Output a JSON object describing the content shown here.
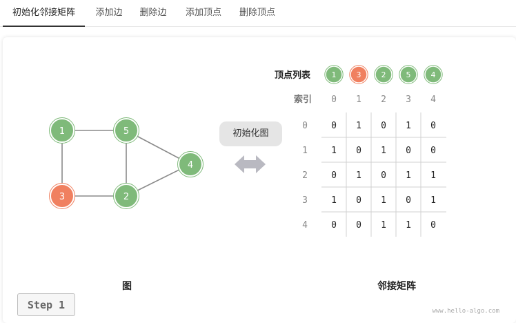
{
  "tabs": [
    {
      "label": "初始化邻接矩阵",
      "active": true
    },
    {
      "label": "添加边",
      "active": false
    },
    {
      "label": "删除边",
      "active": false
    },
    {
      "label": "添加顶点",
      "active": false
    },
    {
      "label": "删除顶点",
      "active": false
    }
  ],
  "graph": {
    "vertices": [
      {
        "id": "1",
        "color": "#7fba7a"
      },
      {
        "id": "5",
        "color": "#7fba7a"
      },
      {
        "id": "4",
        "color": "#7fba7a"
      },
      {
        "id": "3",
        "color": "#f08060"
      },
      {
        "id": "2",
        "color": "#7fba7a"
      }
    ],
    "edges": [
      [
        "1",
        "5"
      ],
      [
        "1",
        "3"
      ],
      [
        "5",
        "2"
      ],
      [
        "5",
        "4"
      ],
      [
        "3",
        "2"
      ],
      [
        "2",
        "4"
      ]
    ],
    "caption": "图"
  },
  "action": {
    "label": "初始化图"
  },
  "matrix": {
    "vertex_list_label": "顶点列表",
    "index_label": "索引",
    "vertex_list": [
      {
        "id": "1",
        "color": "#7fba7a"
      },
      {
        "id": "3",
        "color": "#f08060"
      },
      {
        "id": "2",
        "color": "#7fba7a"
      },
      {
        "id": "5",
        "color": "#7fba7a"
      },
      {
        "id": "4",
        "color": "#7fba7a"
      }
    ],
    "col_indices": [
      "0",
      "1",
      "2",
      "3",
      "4"
    ],
    "row_indices": [
      "0",
      "1",
      "2",
      "3",
      "4"
    ],
    "cells": [
      [
        "0",
        "1",
        "0",
        "1",
        "0"
      ],
      [
        "1",
        "0",
        "1",
        "0",
        "0"
      ],
      [
        "0",
        "1",
        "0",
        "1",
        "1"
      ],
      [
        "1",
        "0",
        "1",
        "0",
        "1"
      ],
      [
        "0",
        "0",
        "1",
        "1",
        "0"
      ]
    ],
    "caption": "邻接矩阵"
  },
  "step": {
    "label": "Step 1"
  },
  "watermark": "www.hello-algo.com",
  "colors": {
    "green": "#7fba7a",
    "orange": "#f08060",
    "edge": "#8a8a8a"
  }
}
